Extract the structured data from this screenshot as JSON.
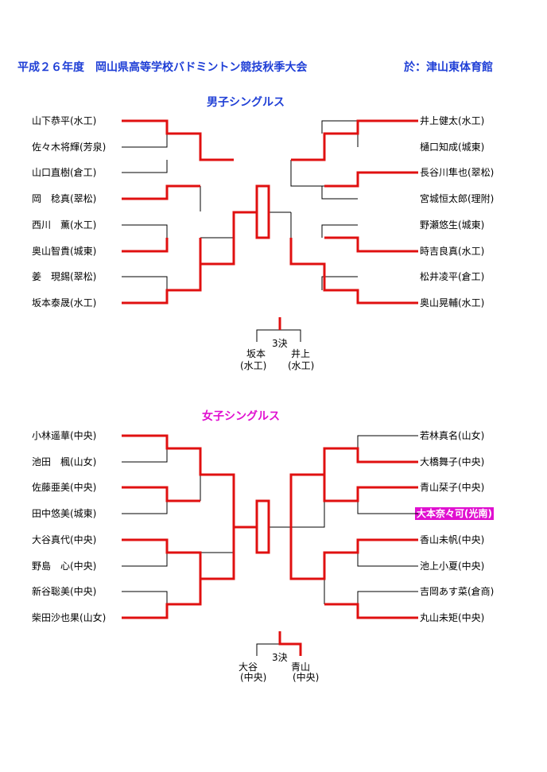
{
  "header": {
    "title": "平成２６年度　岡山県高等学校バドミントン競技秋季大会",
    "venue": "於：津山東体育館"
  },
  "colors": {
    "header_blue": "#1f3fd6",
    "men_title": "#1f3fd6",
    "women_title": "#e010d0",
    "winner_line": "#e01010",
    "highlight_bg": "#e010d0"
  },
  "men": {
    "title": "男子シングルス",
    "left": [
      "山下恭平(水工)",
      "佐々木将輝(芳泉)",
      "山口直樹(倉工)",
      "岡　稔真(翠松)",
      "西川　薫(水工)",
      "奥山智貴(城東)",
      "姜　現錫(翠松)",
      "坂本泰晟(水工)"
    ],
    "right": [
      "井上健太(水工)",
      "樋口知成(城東)",
      "長谷川隼也(翠松)",
      "宮城恒太郎(理附)",
      "野瀬悠生(城東)",
      "時吉良真(水工)",
      "松井凌平(倉工)",
      "奥山晃輔(水工)"
    ],
    "third": {
      "label": "3決",
      "left_name": "坂本",
      "left_school": "(水工)",
      "right_name": "井上",
      "right_school": "(水工)"
    }
  },
  "women": {
    "title": "女子シングルス",
    "left": [
      "小林遥華(中央)",
      "池田　楓(山女)",
      "佐藤亜美(中央)",
      "田中悠美(城東)",
      "大谷真代(中央)",
      "野島　心(中央)",
      "新谷聡美(中央)",
      "柴田沙也果(山女)"
    ],
    "right": [
      "若林真名(山女)",
      "大橋舞子(中央)",
      "青山栞子(中央)",
      "大本奈々可(光南)",
      "香山未帆(中央)",
      "池上小夏(中央)",
      "吉岡あす菜(倉商)",
      "丸山未矩(中央)"
    ],
    "third": {
      "label": "3決",
      "left_name": "大谷",
      "left_school": "(中央)",
      "right_name": "青山",
      "right_school": "(中央)"
    }
  }
}
